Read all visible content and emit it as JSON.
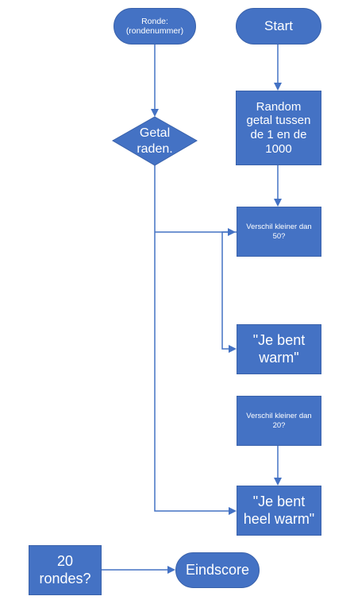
{
  "colors": {
    "node_fill": "#4472c4",
    "line": "#4472c4",
    "text": "#ffffff"
  },
  "nodes": {
    "ronde": "Ronde:\n(rondenummer)",
    "start": "Start",
    "random": "Random\ngetal tussen\nde 1 en de\n1000",
    "getal_raden": "Getal\nraden.",
    "verschil_50": "Verschil kleiner dan\n50?",
    "warm": "\"Je bent\nwarm\"",
    "verschil_20": "Verschil kleiner dan\n20?",
    "heel_warm": "\"Je bent\nheel warm\"",
    "rondes_20": "20\nrondes?",
    "eindscore": "Eindscore"
  }
}
